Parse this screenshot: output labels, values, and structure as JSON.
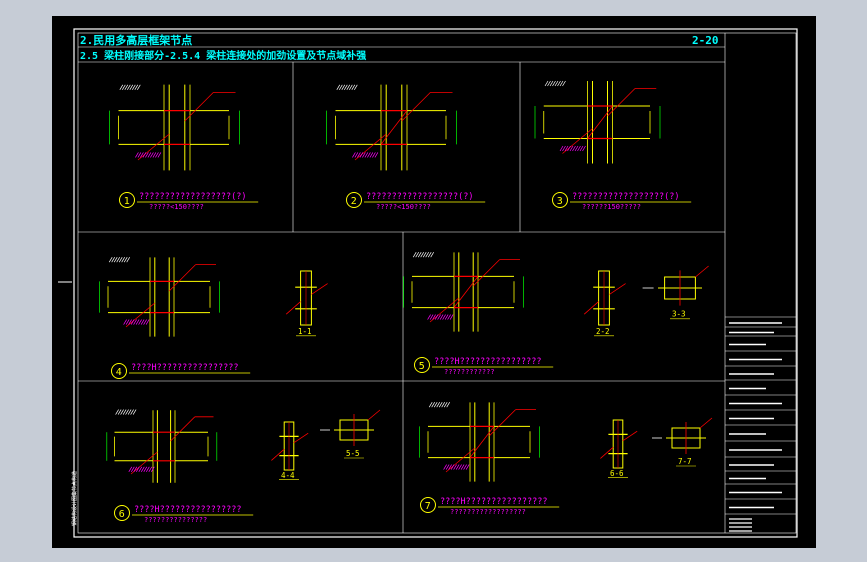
{
  "header": {
    "chapter": "2.民用多高层框架节点",
    "section": "2.5 梁柱刚接部分-2.5.4 梁柱连接处的加劲设置及节点域补强",
    "page_no": "2-20"
  },
  "details": [
    {
      "num": "1",
      "title": "??????????????????(?)",
      "sub": "?????<150????"
    },
    {
      "num": "2",
      "title": "??????????????????(?)",
      "sub": "?????<150????"
    },
    {
      "num": "3",
      "title": "??????????????????(?)",
      "sub": "??????150?????"
    },
    {
      "num": "4",
      "title": "????H????????????????",
      "sub": ""
    },
    {
      "num": "5",
      "title": "????H????????????????",
      "sub": "????????????"
    },
    {
      "num": "6",
      "title": "????H????????????????",
      "sub": "???????????????"
    },
    {
      "num": "7",
      "title": "????H????????????????",
      "sub": "??????????????????"
    }
  ],
  "section_labels": [
    "1-1",
    "2-2",
    "3-3",
    "4-4",
    "5-5",
    "6-6",
    "7-7"
  ],
  "side_text": "钢结构设计图集节点构造",
  "title_block_rows": 12,
  "colors": {
    "background": "#000000",
    "border": "#ffffff",
    "title_text": "#00ffff",
    "steel": "#ffff00",
    "leader": "#ff0000",
    "dimension": "#00ff00",
    "frame_outside": "#c6ccd6"
  }
}
